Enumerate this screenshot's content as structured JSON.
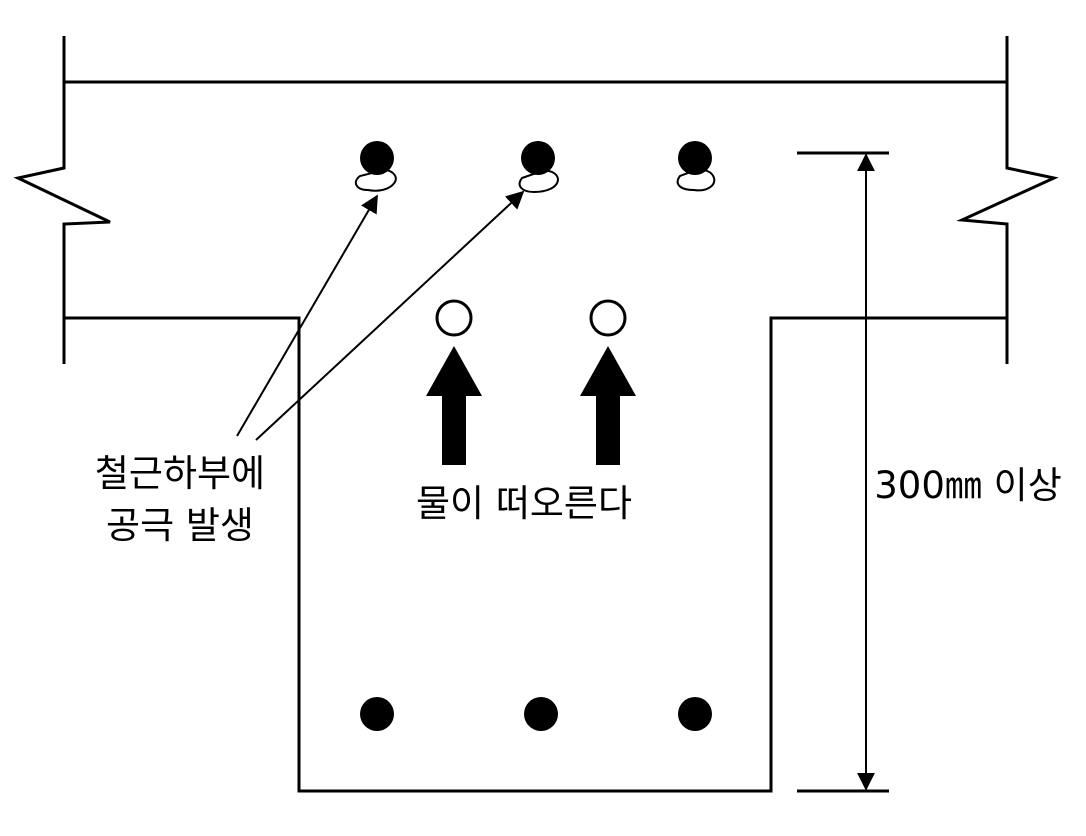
{
  "labels": {
    "void_line1": "철근하부에",
    "void_line2": "공극 발생",
    "water_rises": "물이 떠오른다",
    "dimension": "300㎜ 이상"
  },
  "colors": {
    "stroke": "#000000",
    "fill": "#000000",
    "background": "#ffffff"
  }
}
